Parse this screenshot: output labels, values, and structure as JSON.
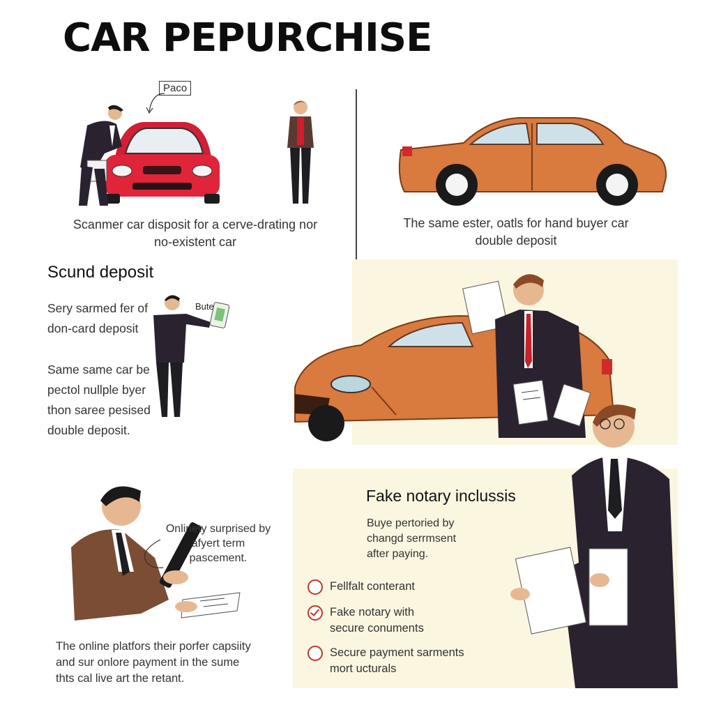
{
  "title": "CAR PEPURCHISE",
  "top_left": {
    "callout": "Paco",
    "caption_line1": "Scanmer car disposit for a cerve-drating nor",
    "caption_line2": "no-existent car"
  },
  "top_right": {
    "caption_line1": "The same ester, oatls for hand buyer car",
    "caption_line2": "double deposit"
  },
  "mid_left": {
    "heading": "Scund deposit",
    "callout": "Bute",
    "para1": [
      "Sery sarmed fer of",
      "don-card deposit"
    ],
    "para2": [
      "Same same car be",
      "pectol nullple byer",
      "thon saree pesised",
      "double deposit."
    ]
  },
  "bottom_left": {
    "callout": [
      "Onlinety surprised by",
      "afyert term",
      "pascement."
    ],
    "caption": [
      "The online platfors their porfer capsiity",
      "and sur onlore payment in the sume",
      "thts cal live art the retant."
    ]
  },
  "bottom_right": {
    "heading": "Fake notary inclussis",
    "desc": [
      "Buye pertoried by",
      "changd serrmsent",
      "after paying."
    ],
    "items": [
      {
        "lines": [
          "Fellfalt conterant"
        ],
        "checked": false
      },
      {
        "lines": [
          "Fake notary with",
          "secure conuments"
        ],
        "checked": true
      },
      {
        "lines": [
          "Secure payment sarments",
          "mort ucturals"
        ],
        "checked": false
      }
    ]
  },
  "colors": {
    "red_car": "#e0243a",
    "orange_car": "#d97a3e",
    "suit": "#2b2230",
    "tie_red": "#c8202a",
    "panel_beige": "#fbf6e0",
    "icon_red": "#c0362c"
  }
}
